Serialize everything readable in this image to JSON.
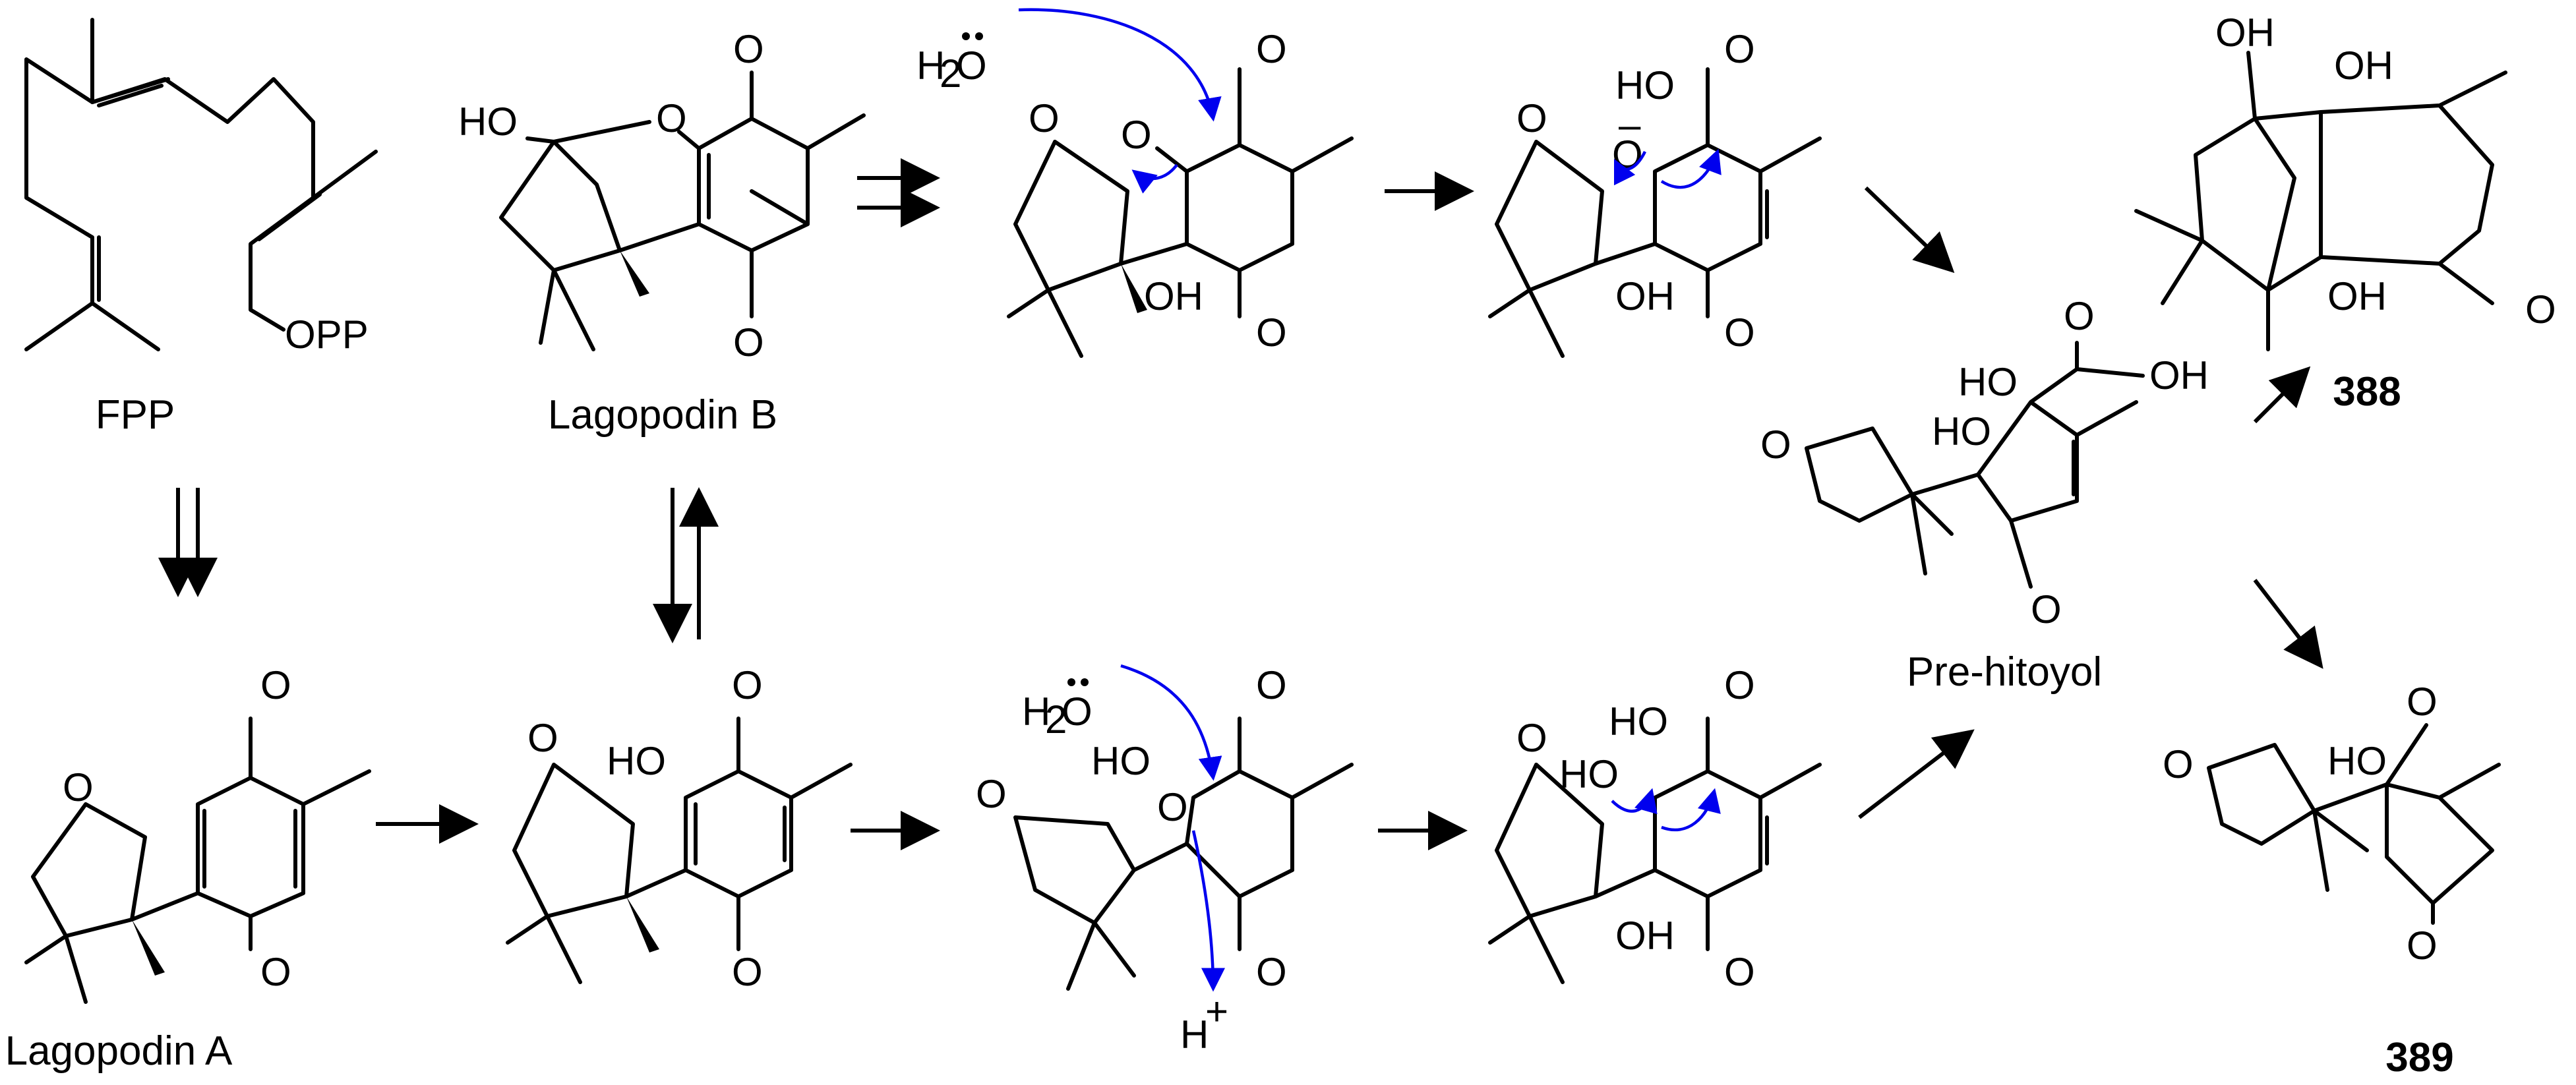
{
  "labels": {
    "fpp": "FPP",
    "lagopodin_b": "Lagopodin B",
    "lagopodin_a": "Lagopodin A",
    "pre_hitoyol": "Pre-hitoyol",
    "c388": "388",
    "c389": "389"
  },
  "atoms": {
    "o": "O",
    "ho": "HO",
    "oh": "OH",
    "opp": "OPP",
    "h": "H",
    "two": "2",
    "plus": "+",
    "minus": "–"
  },
  "colors": {
    "bond": "#000000",
    "electron_arrow": "#0000ee"
  }
}
